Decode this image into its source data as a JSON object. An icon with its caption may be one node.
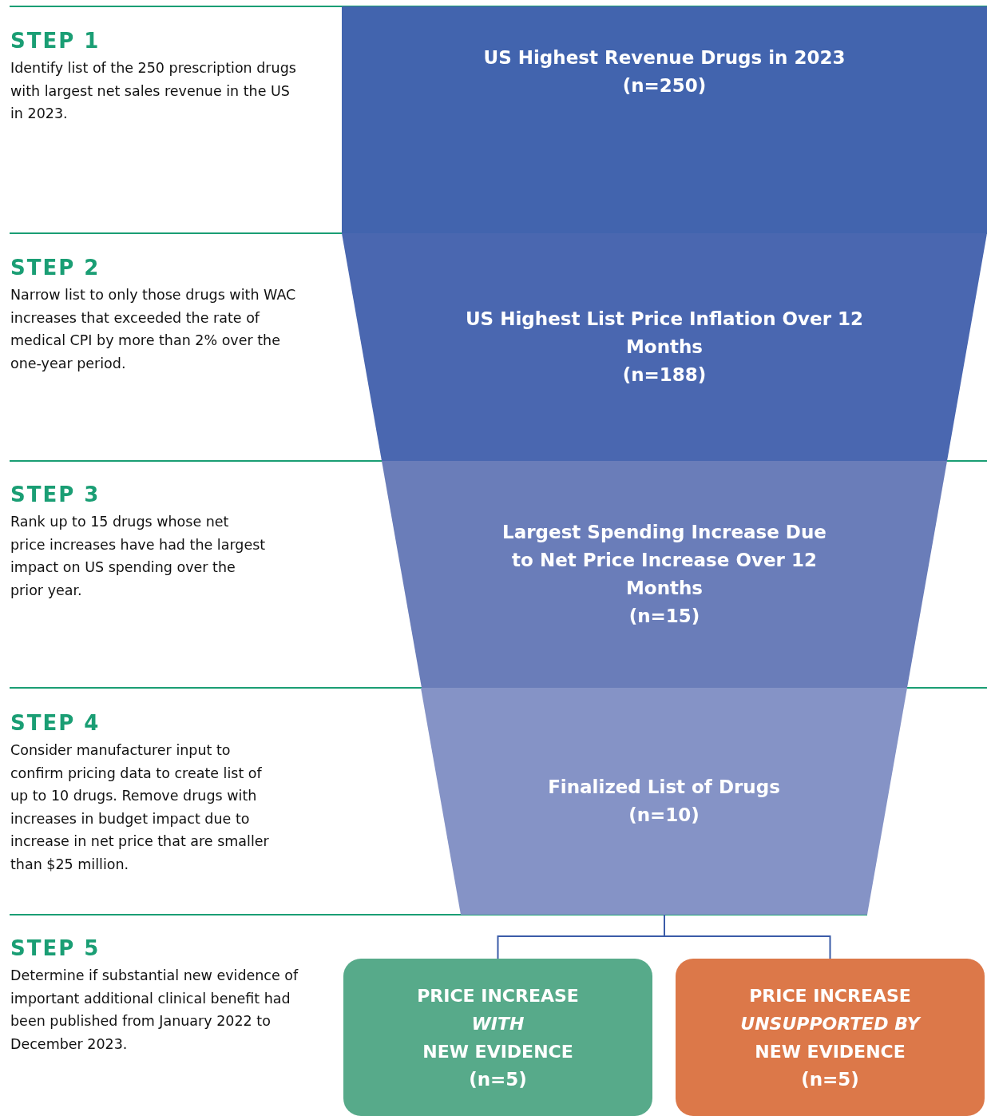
{
  "diagram": {
    "nodes": [
      {
        "text": [
          "US Highest Revenue Drugs in 2023",
          "(n=250)"
        ]
      },
      {
        "text": [
          "US Highest List Price Inflation Over 12 Months",
          "(n=188)"
        ]
      },
      {
        "text": [
          "Largest Spending Increase Due to Net Price Increase Over 12 Months",
          "(n=15)"
        ]
      },
      {
        "text": [
          "Finalized List of Drugs",
          "(n=10)"
        ]
      },
      {
        "text": [
          "PRICE INCREASE *WITH* NEW EVIDENCE",
          "(n=5)"
        ]
      },
      {
        "text": [
          "PRICE INCREASE *UNSUPPORTED BY* NEW EVIDENCE",
          "(n=5)"
        ]
      }
    ],
    "edges": [
      {
        "from": 3,
        "to": 4,
        "arrow": "none"
      },
      {
        "from": 3,
        "to": 5,
        "arrow": "none"
      }
    ],
    "labels": [
      "STEP 1",
      "Identify list of the 250 prescription drugs with largest net sales revenue in the US in 2023.",
      "STEP 2",
      "Narrow list to only those drugs with WAC increases that exceeded the rate of medical CPI by more than 2% over the one-year period.",
      "STEP 3",
      "Rank up to 15 drugs whose net price increases have had the largest impact on US spending over the prior year.",
      "STEP 4",
      "Consider manufacturer input to confirm pricing data to create list of up to 10 drugs. Remove drugs with increases in budget impact due to increase in net price that are smaller than $25 million.",
      "STEP 5",
      "Determine if substantial new evidence of important additional clinical benefit had been published from January 2022 to December 2023."
    ]
  }
}
